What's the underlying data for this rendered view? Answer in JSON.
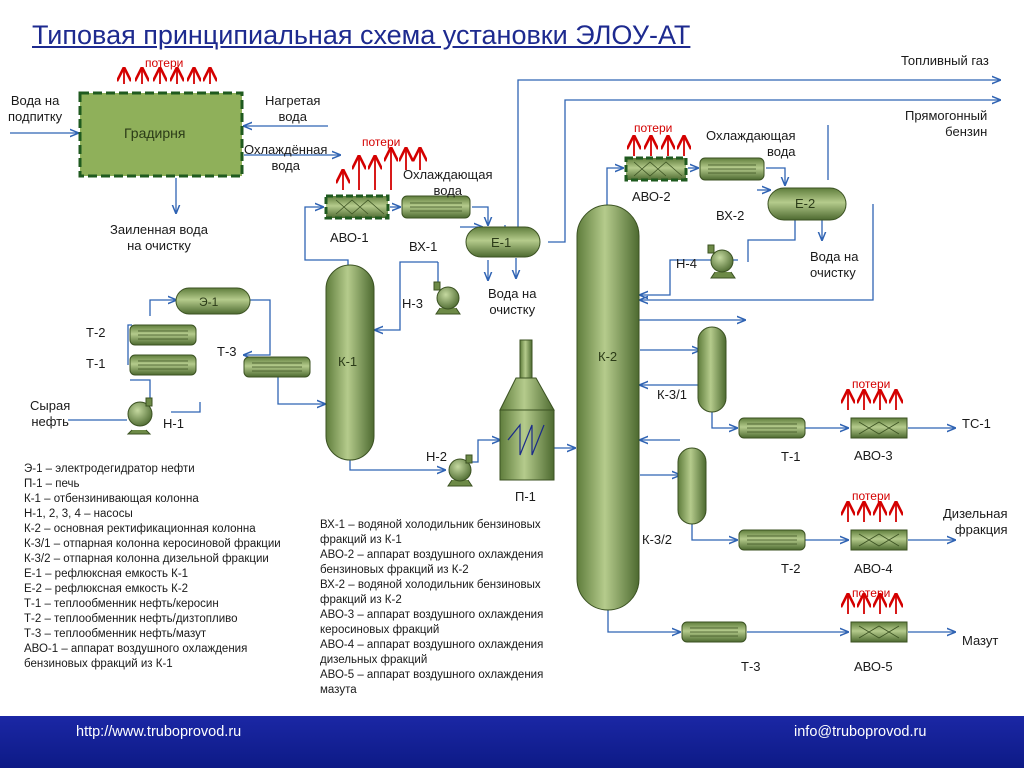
{
  "title": "Типовая принципиальная схема установки ЭЛОУ-АТ",
  "equipment": {
    "gradirnya": "Градирня",
    "e1": "Э-1",
    "t1": "Т-1",
    "t2": "Т-2",
    "t3": "Т-3",
    "n1": "Н-1",
    "n2": "Н-2",
    "n3": "Н-3",
    "n4": "Н-4",
    "k1": "К-1",
    "k2": "К-2",
    "k31": "К-3/1",
    "k32": "К-3/2",
    "p1": "П-1",
    "avo1": "АВО-1",
    "avo2": "АВО-2",
    "avo3": "АВО-3",
    "avo4": "АВО-4",
    "avo5": "АВО-5",
    "vx1": "ВХ-1",
    "vx2": "ВХ-2",
    "ye1": "Е-1",
    "ye2": "Е-2",
    "t1_out": "Т-1",
    "t2_out": "Т-2",
    "t3_out": "Т-3"
  },
  "streams": {
    "water_makeup": "Вода на\nподпитку",
    "heated_water": "Нагретая\nвода",
    "cooled_water": "Охлаждённая\nвода",
    "sludge_water": "Заиленная вода\nна очистку",
    "cooling_water_1": "Охлаждающая\nвода",
    "cooling_water_2": "Охлаждающая\nвода",
    "water_treat_1": "Вода на\nочистку",
    "water_treat_2": "Вода на\nочистку",
    "fuel_gas": "Топливный газ",
    "straight_gasoline": "Прямогонный\nбензин",
    "crude": "Сырая\nнефть",
    "tc1": "ТС-1",
    "diesel": "Дизельная\nфракция",
    "mazut": "Мазут"
  },
  "losses": "потери",
  "legend_left": [
    "Э-1 – электродегидратор нефти",
    "П-1 – печь",
    "К-1 – отбензинивающая колонна",
    "Н-1, 2, 3, 4 – насосы",
    "К-2 – основная ректификационная колонна",
    "К-3/1 – отпарная колонна керосиновой фракции",
    "К-3/2 – отпарная колонна дизельной фракции",
    "Е-1 – рефлюксная емкость К-1",
    "Е-2 – рефлюксная емкость К-2",
    "Т-1 – теплообменник нефть/керосин",
    "Т-2 – теплообменник нефть/дизтопливо",
    "Т-3 – теплообменник нефть/мазут",
    "АВО-1 – аппарат воздушного охлаждения бензиновых фракций из К-1"
  ],
  "legend_right": [
    "ВХ-1 – водяной холодильник бензиновых фракций из К-1",
    "АВО-2 – аппарат воздушного охлаждения бензиновых фракций из К-2",
    "ВХ-2 – водяной холодильник бензиновых фракций из К-2",
    "АВО-3 – аппарат воздушного охлаждения керосиновых фракций",
    "АВО-4 – аппарат воздушного охлаждения дизельных фракций",
    "АВО-5 – аппарат воздушного охлаждения мазута"
  ],
  "footer": {
    "url": "http://www.truboprovod.ru",
    "email": "info@truboprovod.ru"
  },
  "colors": {
    "equipment_fill": "#8ca85f",
    "equipment_dark": "#4f6b33",
    "flow_line": "#2f63b3",
    "loss_arrow": "#d40000",
    "title": "#1d2a8f",
    "footer_bg": "#1523a0"
  }
}
